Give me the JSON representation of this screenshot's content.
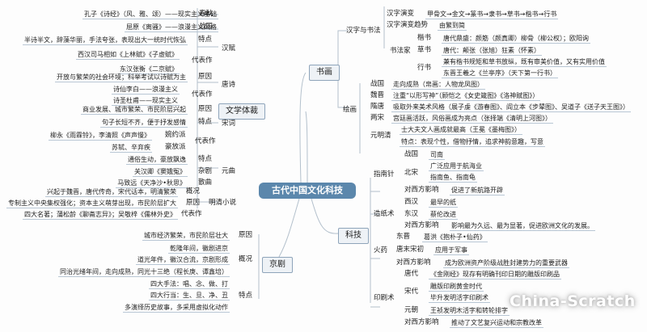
{
  "center": {
    "title": "古代中国文化科技"
  },
  "branches": {
    "literature": {
      "title": "文学体裁",
      "chunqiu": {
        "label": "春秋",
        "text": "孔子《诗经》（风、雅、颂）——现实主义基础"
      },
      "zhanguo": {
        "label": "战国",
        "text": "屈原《离骚》——浪漫主义风格"
      },
      "hanfu": {
        "label": "汉赋",
        "feature_label": "特点",
        "feature": "半诗半文，辞藻华丽，手法夸张，表现出大一统时代恢弘",
        "works_label": "代表作",
        "works": [
          "西汉司马相如《上林赋》《子虚赋》",
          "东汉张衡《二京赋》"
        ]
      },
      "tangshi": {
        "label": "唐诗",
        "cause_label": "原因",
        "cause": "开放与繁荣的社会环境；科举考试以诗赋为主",
        "works_label": "代表作",
        "works": [
          "诗仙李白——浪漫主义",
          "诗圣杜甫——现实主义"
        ]
      },
      "songci": {
        "label": "宋词",
        "cause_label": "原因",
        "cause": "商业发展、城市繁荣、市民阶层兴起",
        "feature_label": "特点",
        "feature": "句子长短不齐，便于抒发感情",
        "works_label": "代表作",
        "wanyue_label": "婉约派",
        "wanyue": "柳永《雨霖铃》，李清照《声声慢》",
        "haofang_label": "豪放派",
        "haofang": "苏轼、辛弃疾"
      },
      "yuanqu": {
        "label": "元曲",
        "feature_label": "特点",
        "feature": "通俗生动，豪放飘逸",
        "zaju_label": "杂剧",
        "zaju": "关汉卿《窦娥冤》",
        "sanqu_label": "散曲",
        "sanqu": "马致远《天净沙•秋思》"
      },
      "mingqing": {
        "label": "明清小说",
        "overview_label": "概况",
        "overview": "兴起于魏晋，唐代传奇，宋代话本，明清繁荣",
        "cause_label": "原因",
        "cause": "专制主义中央集权强化；资本主义萌芽出现，市民阶层扩大",
        "works_label": "代表作",
        "works": "四大名著；蒲松龄《聊斋志异》；吴敬梓《儒林外史》"
      }
    },
    "opera": {
      "title": "京剧",
      "cause_label": "原因",
      "cause": "城市经济繁荣，市民阶层壮大",
      "overview_label": "概况",
      "overview": [
        "乾隆年间，徽剧进京",
        "道光年件，徽汉合流，京剧形成",
        "同治光绪年间，走向成熟，同光十三绝（程长庚、谭鑫培）"
      ],
      "feature_label": "特点",
      "features": [
        "四大手法：唱、念、做、打",
        "四大行当：生、旦、净、丑",
        "多演绎历史故事，多采用虚拟化动作"
      ]
    },
    "art": {
      "title": "书画",
      "calligraphy": {
        "label": "汉字与书法",
        "evolution_label": "汉字演变",
        "evolution": "甲骨文→金文→篆书→隶书→草书→楷书→行书",
        "trend_label": "汉字演变趋势",
        "trend": "由繁到简",
        "masters_label": "书法家",
        "kai_label": "楷书",
        "kai": "唐代鼎盛：颜筋（颜真卿）柳骨（柳公权）；欧阳询",
        "cao_label": "草书",
        "cao": "唐代：颠张（张旭）狂素（怀素）",
        "xing_label": "行书",
        "xing": [
          "兼有楷书规矩和草书放纵，既有审美价值，又有实用价值",
          "东晋王羲之《兰亭序》（天下第一行书）"
        ]
      },
      "painting": {
        "label": "绘画",
        "items": [
          {
            "label": "战国",
            "text": "走向成熟（帛画：人物龙凤图）"
          },
          {
            "label": "魏晋",
            "text": "注重“以形写神”（顾恺之《女史箴图》《洛神赋图》）"
          },
          {
            "label": "隋唐",
            "text": "吸取外来美术风格（展子虔《游春图》、阎立本《步辇图》、吴道子《送子天王图》）"
          },
          {
            "label": "两宋",
            "text": "宫廷画活跃，风俗画成为亮点（张择端《清明上河图》）"
          }
        ],
        "yuanmingqing_label": "元明清",
        "yuanmingqing": [
          "士大夫文人画成就最高（王冕《墨梅图》）",
          "特点：表现个性，借物抒情，追求神韵意趣，写意"
        ]
      }
    },
    "tech": {
      "title": "科技",
      "compass": {
        "label": "指南针",
        "zhanguo_label": "战国",
        "zhanguo": "司南",
        "beisong_label": "北宋",
        "beisong": [
          "广泛应用于航海业",
          "指南鱼、指南龟"
        ],
        "west_label": "对西方影响",
        "west": "促进了新航路开辟"
      },
      "paper": {
        "label": "造纸术",
        "xihan_label": "西汉",
        "xihan": "最早的纸",
        "donghan_label": "东汉",
        "donghan": "蔡伦改进",
        "west_label": "对西方影响",
        "west": "影响最为久远、最为显著，促进欧洲文化的发展。"
      },
      "gunpowder": {
        "label": "火药",
        "dongjin_label": "东晋",
        "dongjin": "葛洪《抱朴子•仙药》",
        "tang_label": "唐末宋初",
        "tang": "应用于军事",
        "west_label": "对西方影响",
        "west": "成为欧洲资产阶级战胜封建势力的重要武器"
      },
      "printing": {
        "label": "印刷术",
        "tang_label": "唐代",
        "tang": "《金刚经》现存有明确刊印日期的雕版印刷品",
        "song_label": "宋代",
        "song": [
          "雕版印刷黄金时代",
          "毕升发明活字印刷术"
        ],
        "yuan_label": "元朝",
        "yuan": "王祯发明木活字和转轮排字",
        "west_label": "对西方影响",
        "west": "推动了文艺复兴运动和宗教改革"
      }
    }
  },
  "toggle_glyph": "⊖",
  "watermark": "China-Scratch",
  "colors": {
    "center_fill": "#5b87ac",
    "main_fill": "#eef2f6",
    "line": "#aab8c6"
  }
}
